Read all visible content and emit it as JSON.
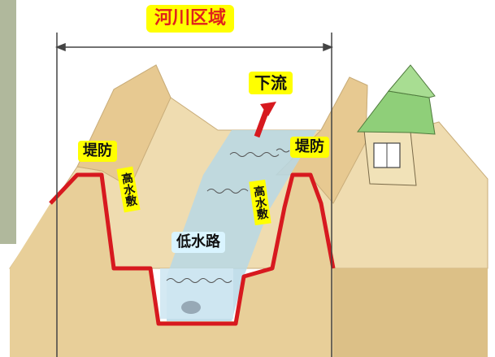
{
  "labels": {
    "river_area": "河川区域",
    "downstream": "下流",
    "levee_left": "堤防",
    "levee_right": "堤防",
    "high_water_bed_left": "高水敷",
    "high_water_bed_right": "高水敷",
    "low_water_channel": "低水路"
  },
  "colors": {
    "ground": "#e8cf99",
    "ground_top": "#f0ddb0",
    "ground_dark": "#d1b681",
    "red_line": "#d7191f",
    "water": "#b7d8e6",
    "label_bg": "#ffff00",
    "arrow_red": "#d7191f",
    "roof": "#8fcf79"
  }
}
